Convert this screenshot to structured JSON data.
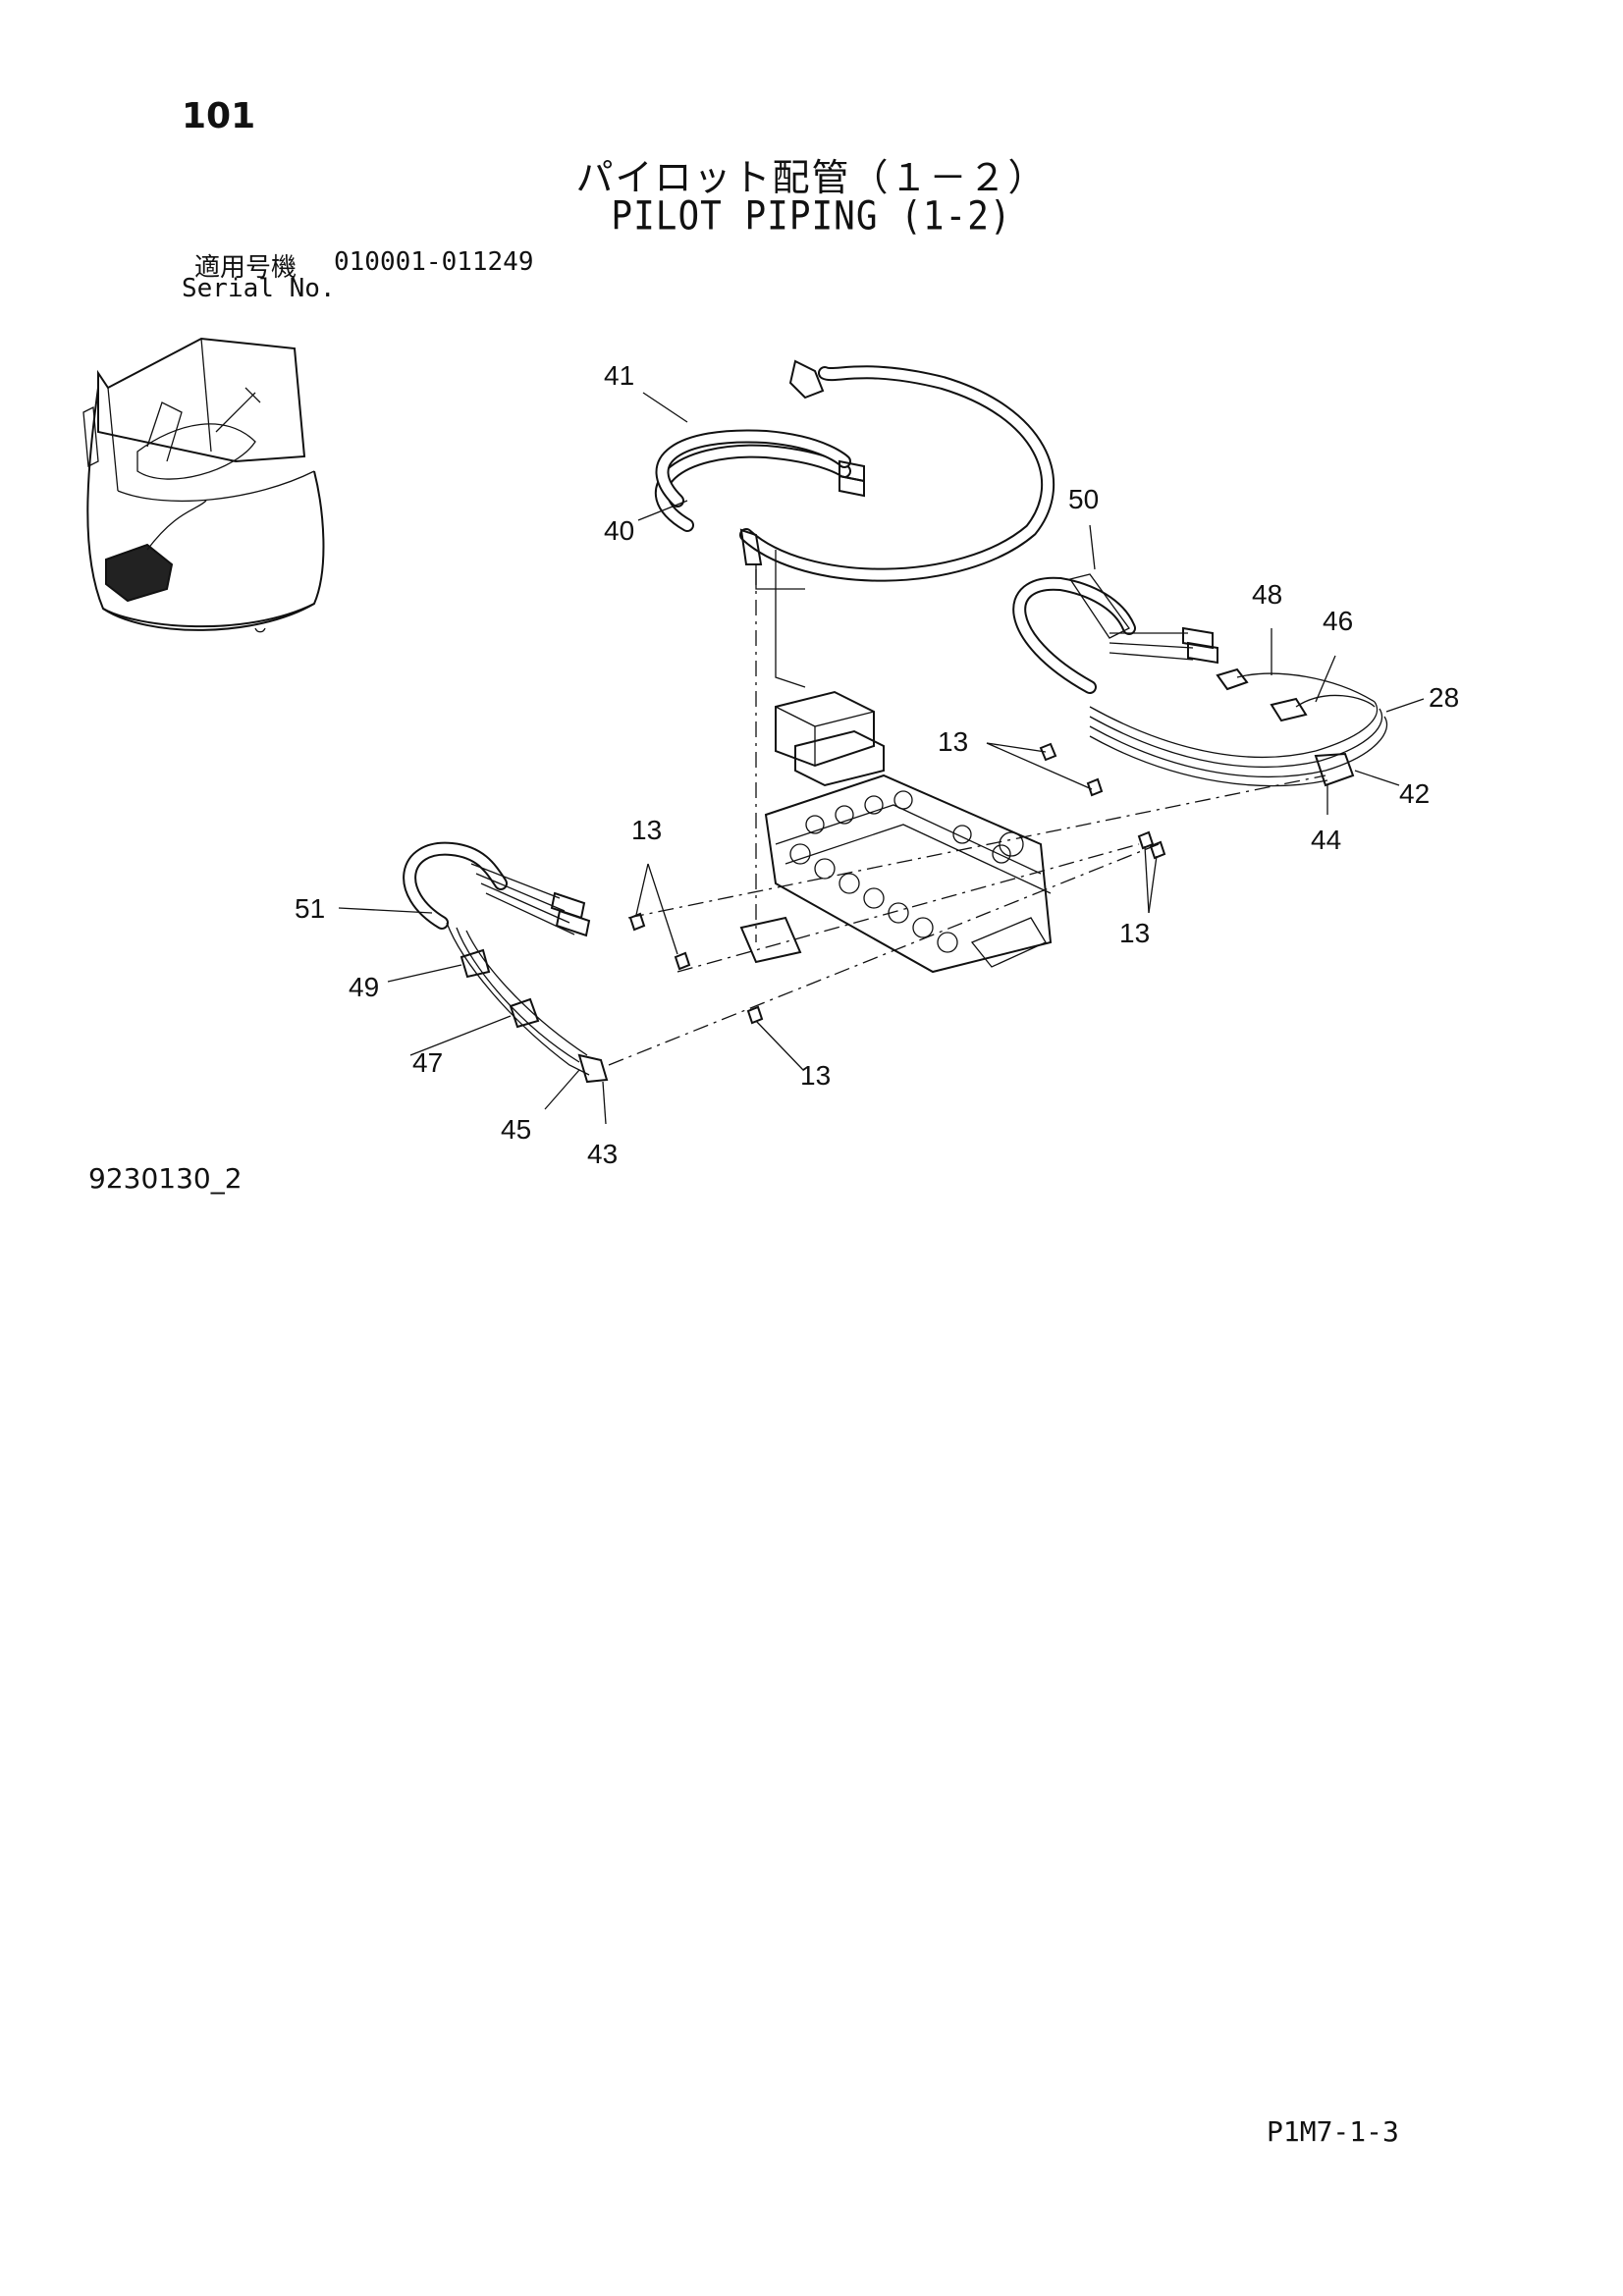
{
  "page_number": "101",
  "title_jp": "パイロット配管（１－２）",
  "title_en": "PILOT PIPING (1-2)",
  "serial": {
    "label_jp": "適用号機",
    "label_en": "Serial No.",
    "range": "010001-011249"
  },
  "figure_code": "9230130_2",
  "page_ref": "P1M7-1-3",
  "callouts": {
    "c41": "41",
    "c40": "40",
    "c50": "50",
    "c48": "48",
    "c46": "46",
    "c28": "28",
    "c42": "42",
    "c44": "44",
    "c13a": "13",
    "c13b": "13",
    "c13c": "13",
    "c13d": "13",
    "c51": "51",
    "c49": "49",
    "c47": "47",
    "c45": "45",
    "c43": "43"
  }
}
